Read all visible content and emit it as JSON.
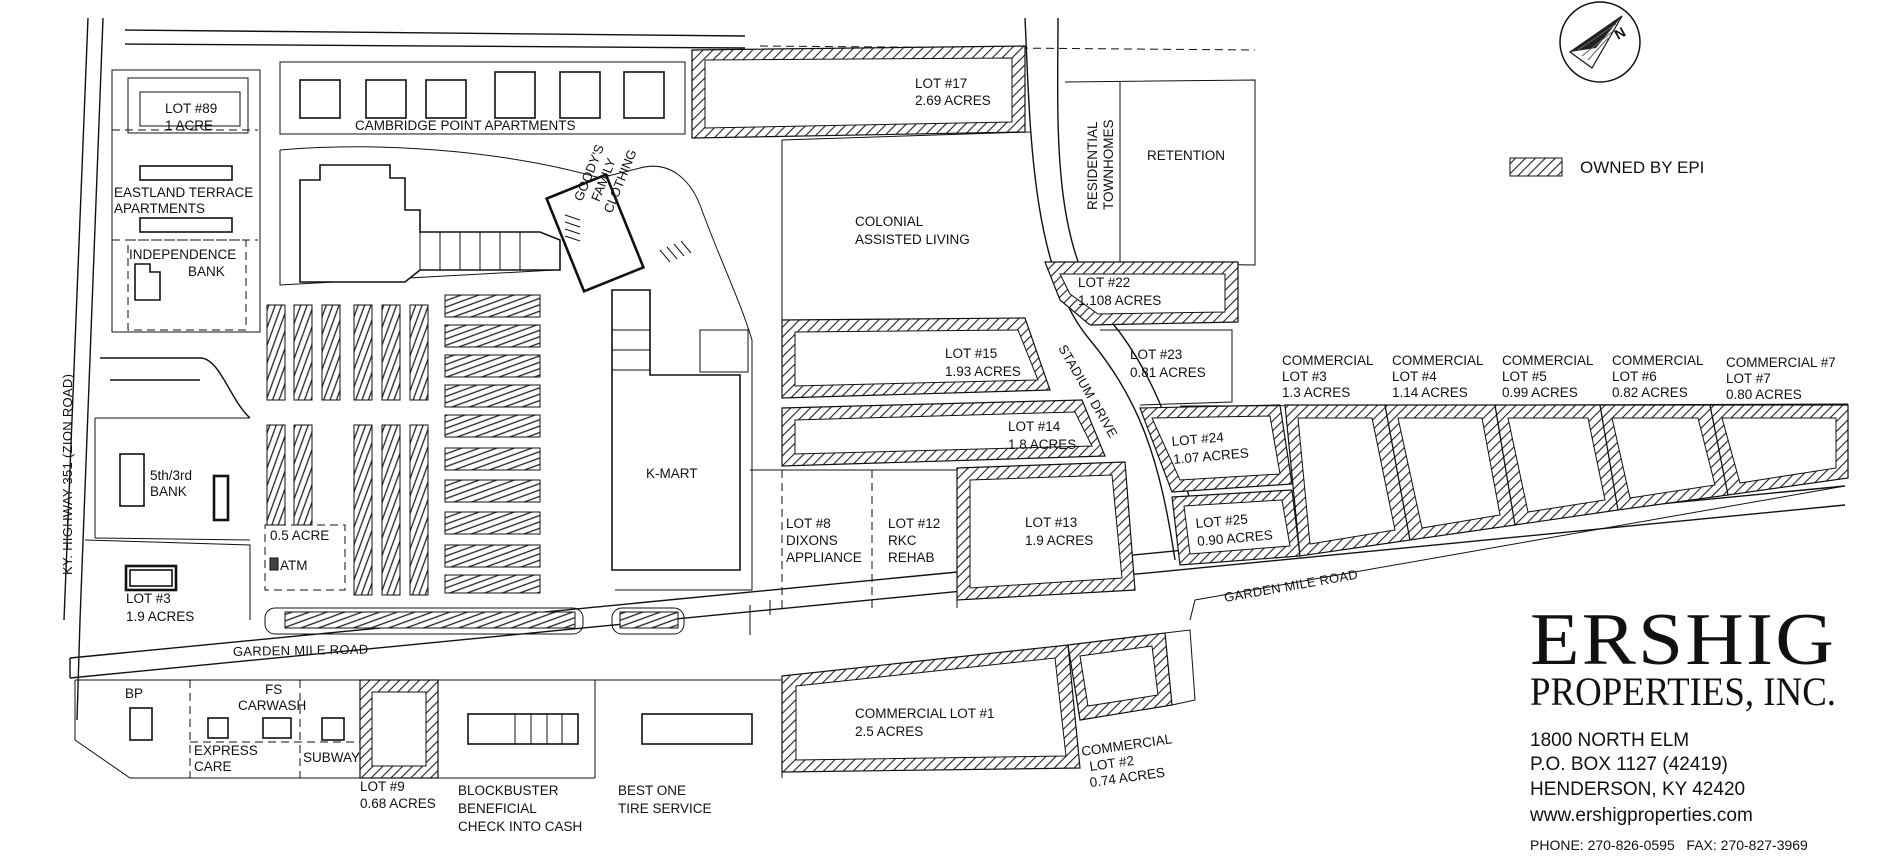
{
  "legend": {
    "label": "OWNED BY EPI"
  },
  "compass": {
    "label": "N"
  },
  "roads": {
    "highway": "KY. HIGHWAY 351 (ZION ROAD)",
    "garden_mile_west": "GARDEN MILE ROAD",
    "garden_mile_east": "GARDEN MILE ROAD",
    "stadium": "STADIUM DRIVE"
  },
  "parcels": {
    "lot89": [
      "LOT #89",
      "1 ACRE"
    ],
    "cambridge": [
      "CAMBRIDGE POINT APARTMENTS"
    ],
    "lot17": [
      "LOT #17",
      "2.69 ACRES"
    ],
    "townhomes": [
      "RESIDENTIAL",
      "TOWNHOMES"
    ],
    "retention": [
      "RETENTION"
    ],
    "eastland": [
      "EASTLAND TERRACE",
      "APARTMENTS"
    ],
    "independence": [
      "INDEPENDENCE",
      "BANK"
    ],
    "goodys": [
      "GOODY'S",
      "FAMILY",
      "CLOTHING"
    ],
    "colonial": [
      "COLONIAL",
      "ASSISTED LIVING"
    ],
    "lot22": [
      "LOT #22",
      "1.108 ACRES"
    ],
    "lot15": [
      "LOT #15",
      "1.93 ACRES"
    ],
    "lot23": [
      "LOT #23",
      "0.81 ACRES"
    ],
    "lot14": [
      "LOT #14",
      "1.8 ACRES"
    ],
    "lot24": [
      "LOT #24",
      "1.07 ACRES"
    ],
    "lot25": [
      "LOT #25",
      "0.90 ACRES"
    ],
    "kmart": [
      "K-MART"
    ],
    "bank53": [
      "5th/3rd",
      "BANK"
    ],
    "half_acre": [
      "0.5 ACRE"
    ],
    "atm": [
      "ATM"
    ],
    "lot3": [
      "LOT #3",
      "1.9 ACRES"
    ],
    "lot8": [
      "LOT #8",
      "DIXONS",
      "APPLIANCE"
    ],
    "lot12": [
      "LOT #12",
      "RKC",
      "REHAB"
    ],
    "lot13": [
      "LOT #13",
      "1.9 ACRES"
    ],
    "comm3": [
      "COMMERCIAL",
      "LOT #3",
      "1.3 ACRES"
    ],
    "comm4": [
      "COMMERCIAL",
      "LOT #4",
      "1.14 ACRES"
    ],
    "comm5": [
      "COMMERCIAL",
      "LOT #5",
      "0.99 ACRES"
    ],
    "comm6": [
      "COMMERCIAL",
      "LOT #6",
      "0.82 ACRES"
    ],
    "comm7": [
      "COMMERCIAL #7",
      "LOT #7",
      "0.80 ACRES"
    ],
    "bp": [
      "BP"
    ],
    "fs_carwash": [
      "FS",
      "CARWASH"
    ],
    "express": [
      "EXPRESS",
      "CARE"
    ],
    "subway": [
      "SUBWAY"
    ],
    "lot9": [
      "LOT #9",
      "0.68 ACRES"
    ],
    "blockbuster": [
      "BLOCKBUSTER",
      "BENEFICIAL",
      "CHECK INTO CASH"
    ],
    "bestone": [
      "BEST ONE",
      "TIRE SERVICE"
    ],
    "comm1": [
      "COMMERCIAL LOT #1",
      "2.5 ACRES"
    ],
    "comm2": [
      "COMMERCIAL",
      "LOT #2",
      "0.74 ACRES"
    ]
  },
  "company": {
    "name_line1": "ERSHIG",
    "name_line2": "PROPERTIES, INC.",
    "address1": "1800 NORTH ELM",
    "address2": "P.O. BOX 1127 (42419)",
    "address3": "HENDERSON, KY 42420",
    "website": "www.ershigproperties.com",
    "phone": "PHONE: 270-826-0595   FAX: 270-827-3969"
  }
}
